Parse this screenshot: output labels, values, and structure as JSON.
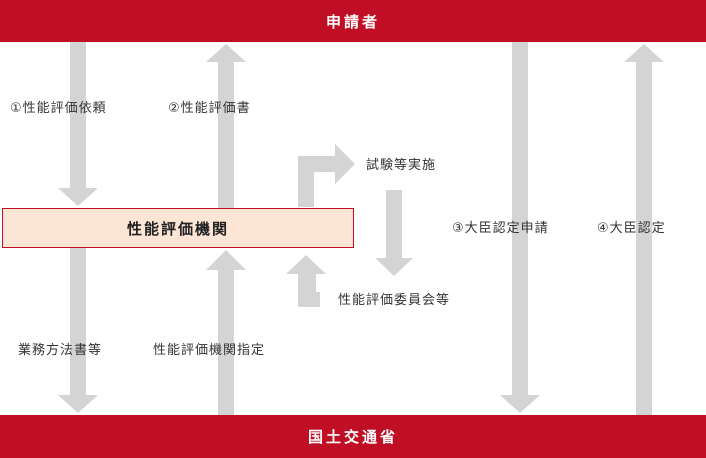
{
  "colors": {
    "accent": "#c00f24",
    "arrow": "#d4d4d4",
    "box_fill": "#fde5d5"
  },
  "top_bar": {
    "label": "申請者"
  },
  "bottom_bar": {
    "label": "国土交通省"
  },
  "center_box": {
    "label": "性能評価機関"
  },
  "labels": {
    "request": "①性能評価依頼",
    "report": "②性能評価書",
    "testing": "試験等実施",
    "committee": "性能評価委員会等",
    "application": "③大臣認定申請",
    "certification": "④大臣認定",
    "methods": "業務方法書等",
    "designation": "性能評価機関指定"
  }
}
